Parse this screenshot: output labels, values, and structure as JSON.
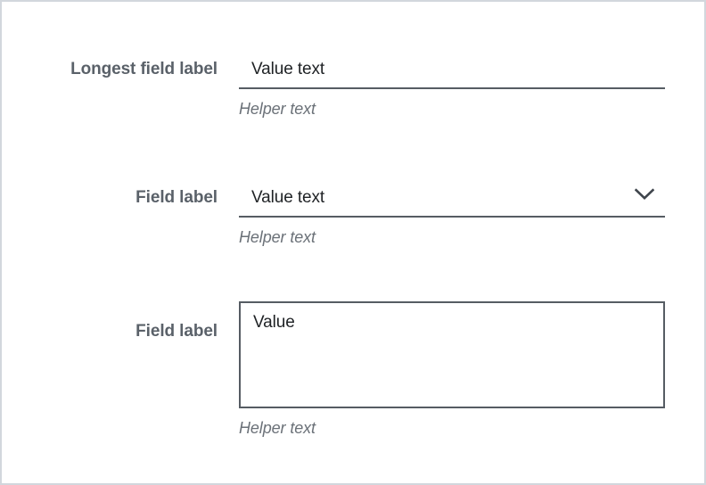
{
  "frame": {
    "border_color": "#d2d7dd",
    "background": "#ffffff"
  },
  "colors": {
    "label": "#5a6169",
    "value": "#1f2225",
    "helper": "#6b7178",
    "underline": "#565c63",
    "border": "#565c63",
    "frame_border": "#d2d7dd"
  },
  "form": {
    "fields": [
      {
        "type": "text",
        "label": "Longest field label",
        "value": "Value text",
        "placeholder": "",
        "helper": "Helper text"
      },
      {
        "type": "select",
        "label": "Field label",
        "value": "Value text",
        "placeholder": "",
        "helper": "Helper text",
        "icon": "chevron-down-icon"
      },
      {
        "type": "textarea",
        "label": "Field label",
        "value": "Value",
        "placeholder": "",
        "helper": "Helper text"
      }
    ]
  }
}
